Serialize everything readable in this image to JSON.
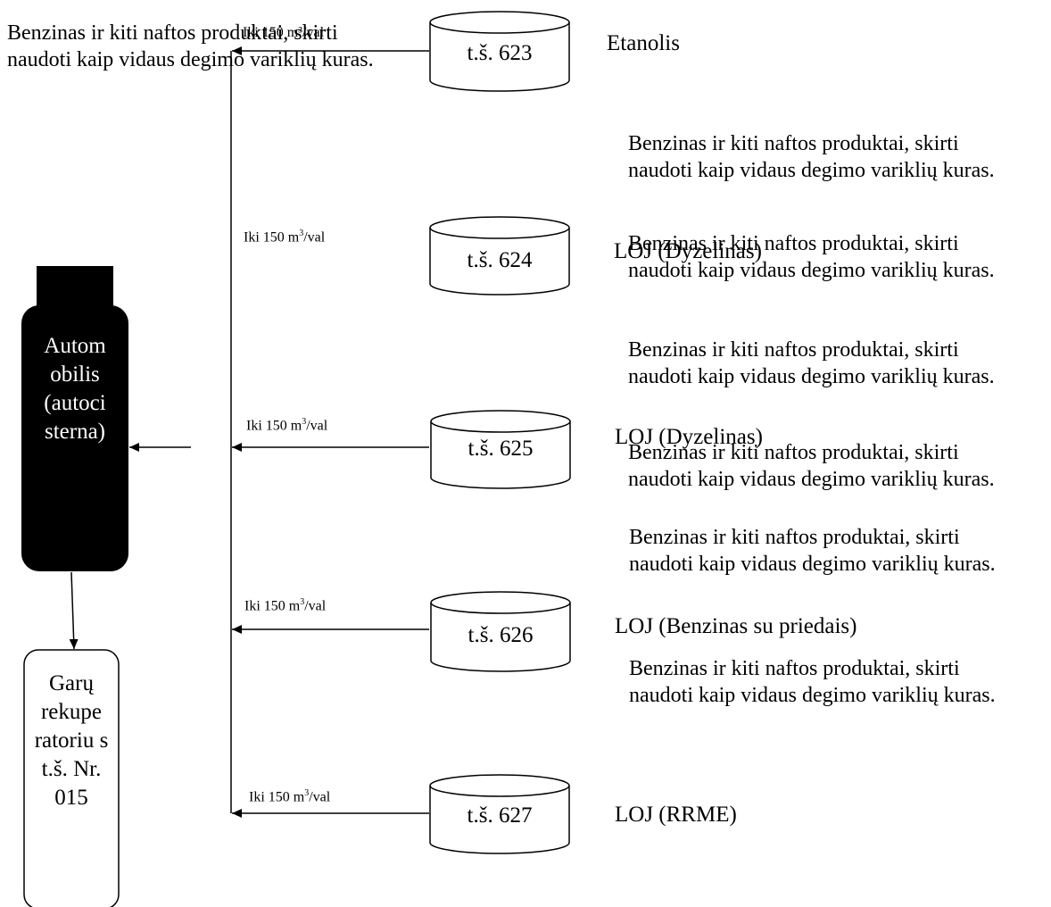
{
  "description_text": "Benzinas ir kiti naftos produktai, skirti\nnaudoti kaip vidaus degimo variklių kuras.",
  "top_overlay_flow": "Iki 150 m³/val",
  "vehicle": {
    "label": "Autom obilis (autoci sterna)"
  },
  "recuperator": {
    "label": "Garų rekupe ratoriu s t.š. Nr. 015"
  },
  "flow_rate": {
    "prefix": "Iki 150 m",
    "exp": "3",
    "suffix": "/val"
  },
  "tanks": [
    {
      "label": "t.š. 623",
      "product": "Etanolis"
    },
    {
      "label": "t.š. 624",
      "product": "LOJ (Dyzelinas)"
    },
    {
      "label": "t.š. 625",
      "product": "LOJ (Dyzelinas)"
    },
    {
      "label": "t.š. 626",
      "product": "LOJ (Benzinas su priedais)"
    },
    {
      "label": "t.š. 627",
      "product": "LOJ (RRME)"
    }
  ]
}
